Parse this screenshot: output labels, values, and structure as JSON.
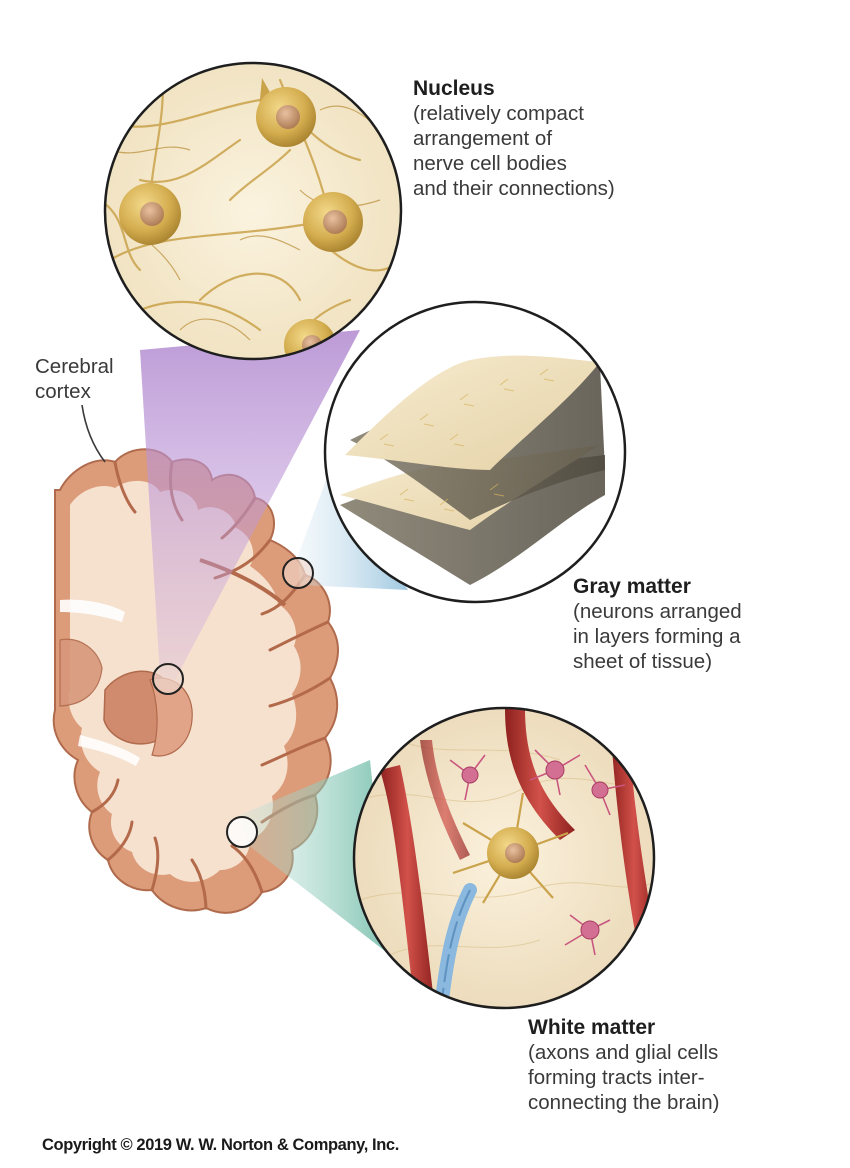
{
  "labels": {
    "cortex": "Cerebral\ncortex",
    "nucleus": {
      "title": "Nucleus",
      "desc": "(relatively compact\narrangement of\nnerve cell bodies\nand their connections)"
    },
    "gray_matter": {
      "title": "Gray matter",
      "desc": "(neurons arranged\nin layers forming a\nsheet of tissue)"
    },
    "white_matter": {
      "title": "White matter",
      "desc": "(axons and glial cells\nforming tracts inter-\nconnecting the brain)"
    }
  },
  "copyright": "Copyright © 2019 W. W. Norton & Company, Inc.",
  "colors": {
    "brain_tissue": "#e0a583",
    "white_matter_fill": "#f6e2d2",
    "neuron_gold": "#c9a24a",
    "nucleus_cone": "#b98bd0",
    "gray_cone": "#9ec6dc",
    "white_cone": "#7cc2ae",
    "vessel_red": "#b5312c",
    "glia_pink": "#c9567e",
    "myelin_blue": "#8ab8de"
  }
}
